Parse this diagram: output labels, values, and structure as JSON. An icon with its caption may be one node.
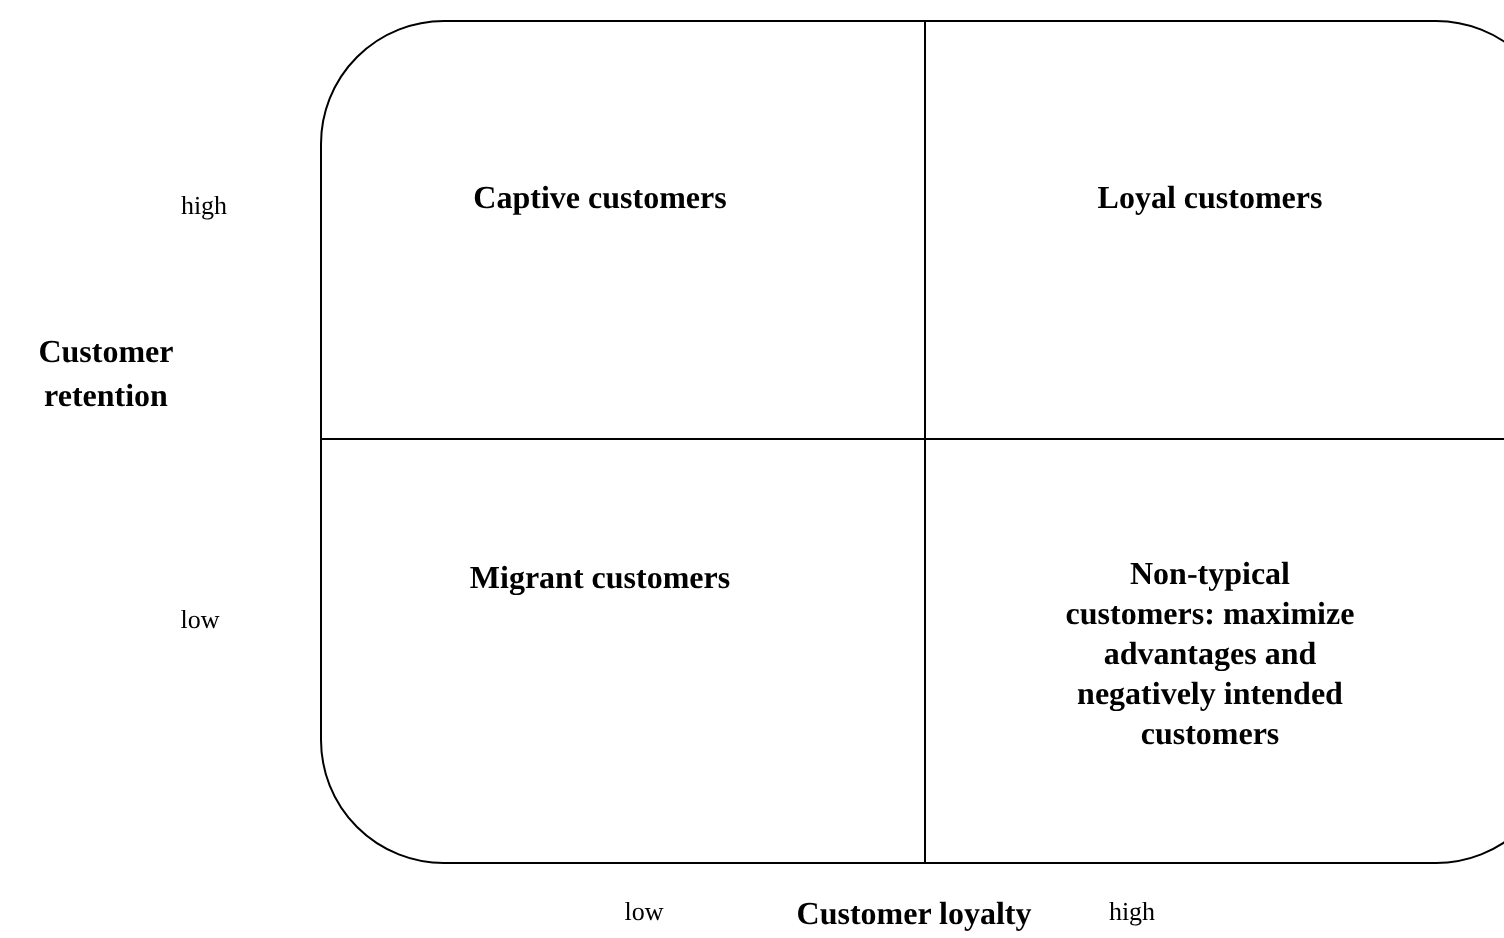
{
  "diagram": {
    "nodes": [
      {
        "text": [
          "Captive customers"
        ]
      },
      {
        "text": [
          "Loyal customers"
        ]
      },
      {
        "text": [
          "Migrant customers"
        ]
      },
      {
        "text": [
          "Non-typical customers: maximize advantages and negatively intended customers"
        ]
      }
    ],
    "edges": [],
    "labels": [
      "high",
      "Customer retention",
      "low",
      "low",
      "Customer loyalty",
      "high"
    ]
  }
}
